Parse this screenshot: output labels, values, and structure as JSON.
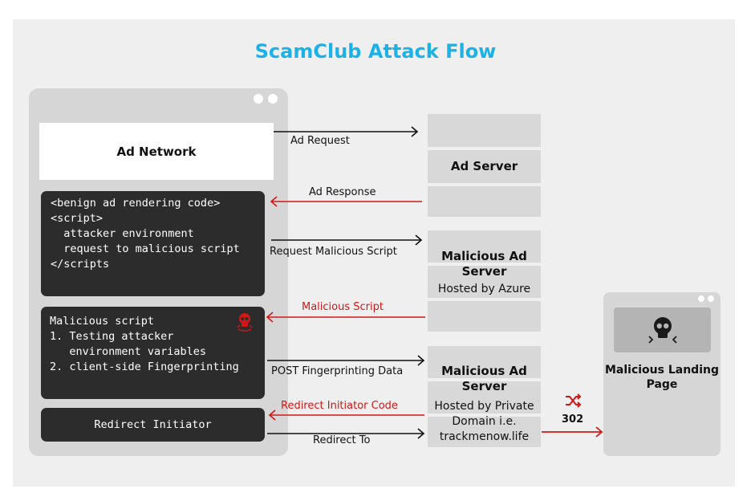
{
  "title": "ScamClub Attack Flow",
  "browser": {
    "ad_network": "Ad Network",
    "code_block_1": [
      "<benign ad rendering code>",
      "",
      "<script>",
      "  attacker environment",
      "  request to malicious script",
      "</scripts"
    ],
    "code_block_2": [
      "Malicious script",
      "",
      "1. Testing attacker",
      "   environment variables",
      "2. client-side Fingerprinting"
    ],
    "redirect_initiator": "Redirect Initiator"
  },
  "servers": {
    "ad_server": "Ad Server",
    "malicious_ad_server_1": {
      "name": "Malicious Ad Server",
      "host": "Hosted by Azure"
    },
    "malicious_ad_server_2": {
      "name": "Malicious Ad Server",
      "host": "Hosted by Private Domain i.e. trackmenow.life"
    }
  },
  "arrows": {
    "ad_request": "Ad Request",
    "ad_response": "Ad Response",
    "request_malicious_script": "Request Malicious Script",
    "malicious_script": "Malicious Script",
    "post_fingerprinting": "POST Fingerprinting Data",
    "redirect_initiator_code": "Redirect Initiator Code",
    "redirect_to": "Redirect To",
    "redirect_code": "302"
  },
  "landing_page": {
    "title": "Malicious Landing Page"
  },
  "colors": {
    "title": "#1cb2e8",
    "red": "#d01818",
    "dark_box": "#2c2c2c"
  },
  "icons": [
    "skull-icon",
    "shuffle-icon"
  ]
}
